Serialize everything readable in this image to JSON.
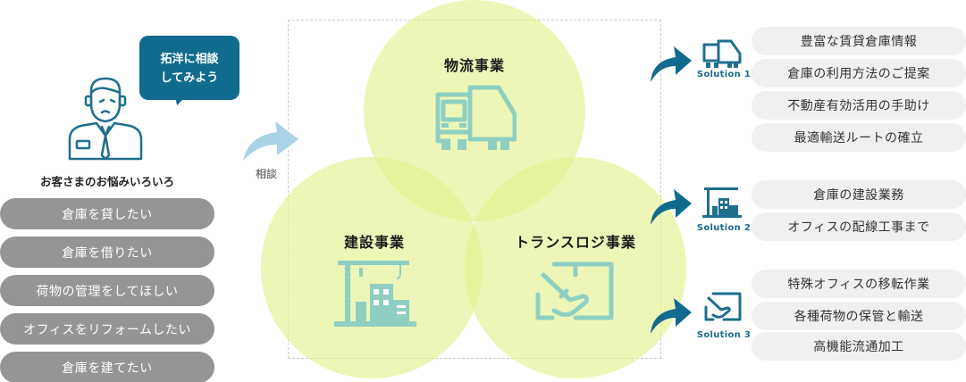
{
  "customer": {
    "bubble_line1": "拓洋に相談",
    "bubble_line2": "してみよう",
    "worries_title": "お客さまのお悩みいろいろ",
    "worries": [
      "倉庫を貸したい",
      "倉庫を借りたい",
      "荷物の管理をしてほしい",
      "オフィスをリフォームしたい",
      "倉庫を建てたい"
    ]
  },
  "consult_label": "相談",
  "businesses": [
    {
      "title": "物流事業",
      "icon": "truck-icon"
    },
    {
      "title": "建設事業",
      "icon": "crane-building-icon"
    },
    {
      "title": "トランスロジ事業",
      "icon": "hand-box-icon"
    }
  ],
  "solutions": [
    {
      "label": "Solution 1",
      "icon": "truck-icon",
      "items": [
        "豊富な賃貸倉庫情報",
        "倉庫の利用方法のご提案",
        "不動産有効活用の手助け",
        "最適輸送ルートの確立"
      ]
    },
    {
      "label": "Solution 2",
      "icon": "crane-building-icon",
      "items": [
        "倉庫の建設業務",
        "オフィスの配線工事まで"
      ]
    },
    {
      "label": "Solution 3",
      "icon": "hand-box-icon",
      "items": [
        "特殊オフィスの移転作業",
        "各種荷物の保管と輸送",
        "高機能流通加工"
      ]
    }
  ],
  "colors": {
    "accent": "#106b8f",
    "icon_blue": "#1f6f8f",
    "pill_gray": "#959595",
    "venn": "#e2f08a",
    "icon_teal": "#8ecfc2",
    "arrow_light": "#a9d3e6"
  }
}
